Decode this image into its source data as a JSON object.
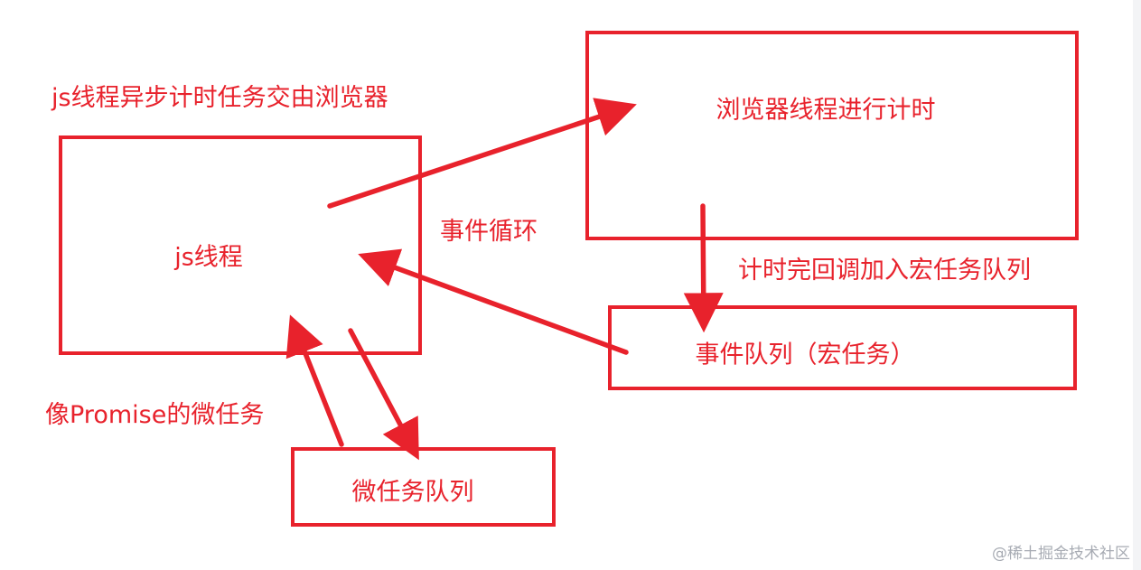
{
  "colors": {
    "stroke": "#e8222c",
    "background": "#ffffff",
    "watermark": "#a7abb3"
  },
  "nodes": {
    "js_thread": {
      "label": "js线程"
    },
    "browser_thread": {
      "label": "浏览器线程进行计时"
    },
    "event_queue": {
      "label": "事件队列（宏任务）"
    },
    "microtask_queue": {
      "label": "微任务队列"
    }
  },
  "annotations": {
    "async_handoff": "js线程异步计时任务交由浏览器",
    "event_loop": "事件循环",
    "timer_callback": "计时完回调加入宏任务队列",
    "promise_microtask": "像Promise的微任务"
  },
  "watermark": "@稀土掘金技术社区"
}
